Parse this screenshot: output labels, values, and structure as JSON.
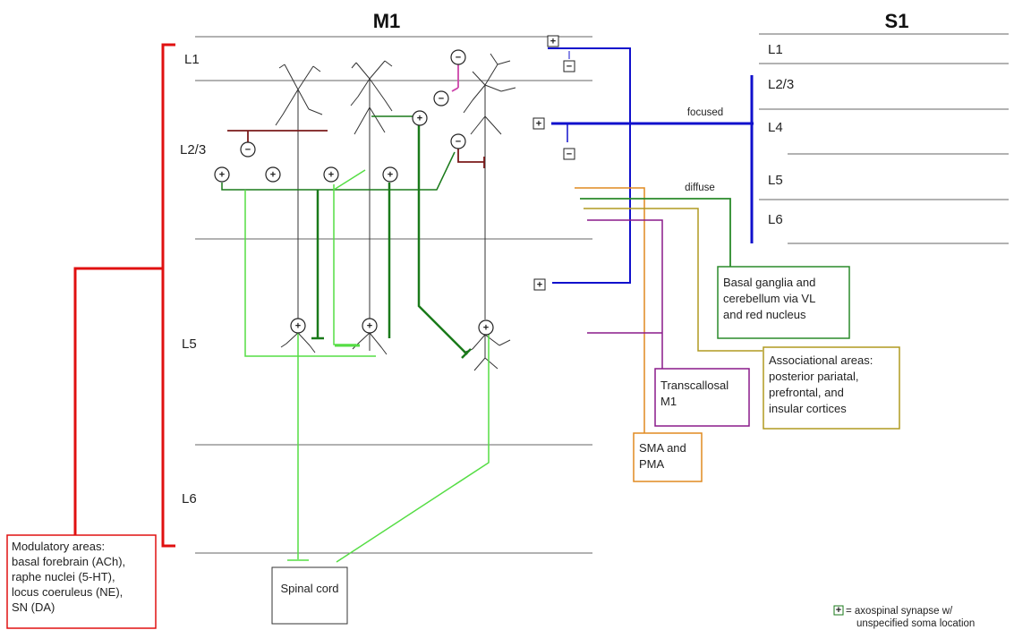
{
  "titles": {
    "m1": "M1",
    "s1": "S1"
  },
  "m1_layers": {
    "l1": "L1",
    "l23": "L2/3",
    "l5": "L5",
    "l6": "L6"
  },
  "s1_layers": {
    "l1": "L1",
    "l23": "L2/3",
    "l4": "L4",
    "l5": "L5",
    "l6": "L6"
  },
  "labels": {
    "focused": "focused",
    "diffuse": "diffuse"
  },
  "symbols": {
    "plus": "+",
    "minus": "−"
  },
  "boxes": {
    "modulatory": [
      "Modulatory areas:",
      "basal forebrain (ACh),",
      "raphe nuclei (5-HT),",
      "locus coeruleus (NE),",
      "SN (DA)"
    ],
    "spinal": [
      "Spinal cord"
    ],
    "basal": [
      "Basal ganglia and",
      "cerebellum via VL",
      "and red nucleus"
    ],
    "assoc": [
      "Associational areas:",
      "posterior pariatal,",
      "prefrontal, and",
      "insular cortices"
    ],
    "transcallosal": [
      "Transcallosal",
      "M1"
    ],
    "sma": [
      "SMA and",
      "PMA"
    ]
  },
  "legend": {
    "line1": "= axospinal synapse w/",
    "line2": "unspecified soma location"
  },
  "colors": {
    "red": "#e01010",
    "blue": "#1010cc",
    "dark_green": "#1a7a1a",
    "light_green": "#55dd44",
    "green_border": "#2a8a2a",
    "purple": "#8a1a8a",
    "orange": "#e08a20",
    "olive": "#b09a20",
    "maroon": "#7a1a1a",
    "magenta": "#cc44aa"
  }
}
